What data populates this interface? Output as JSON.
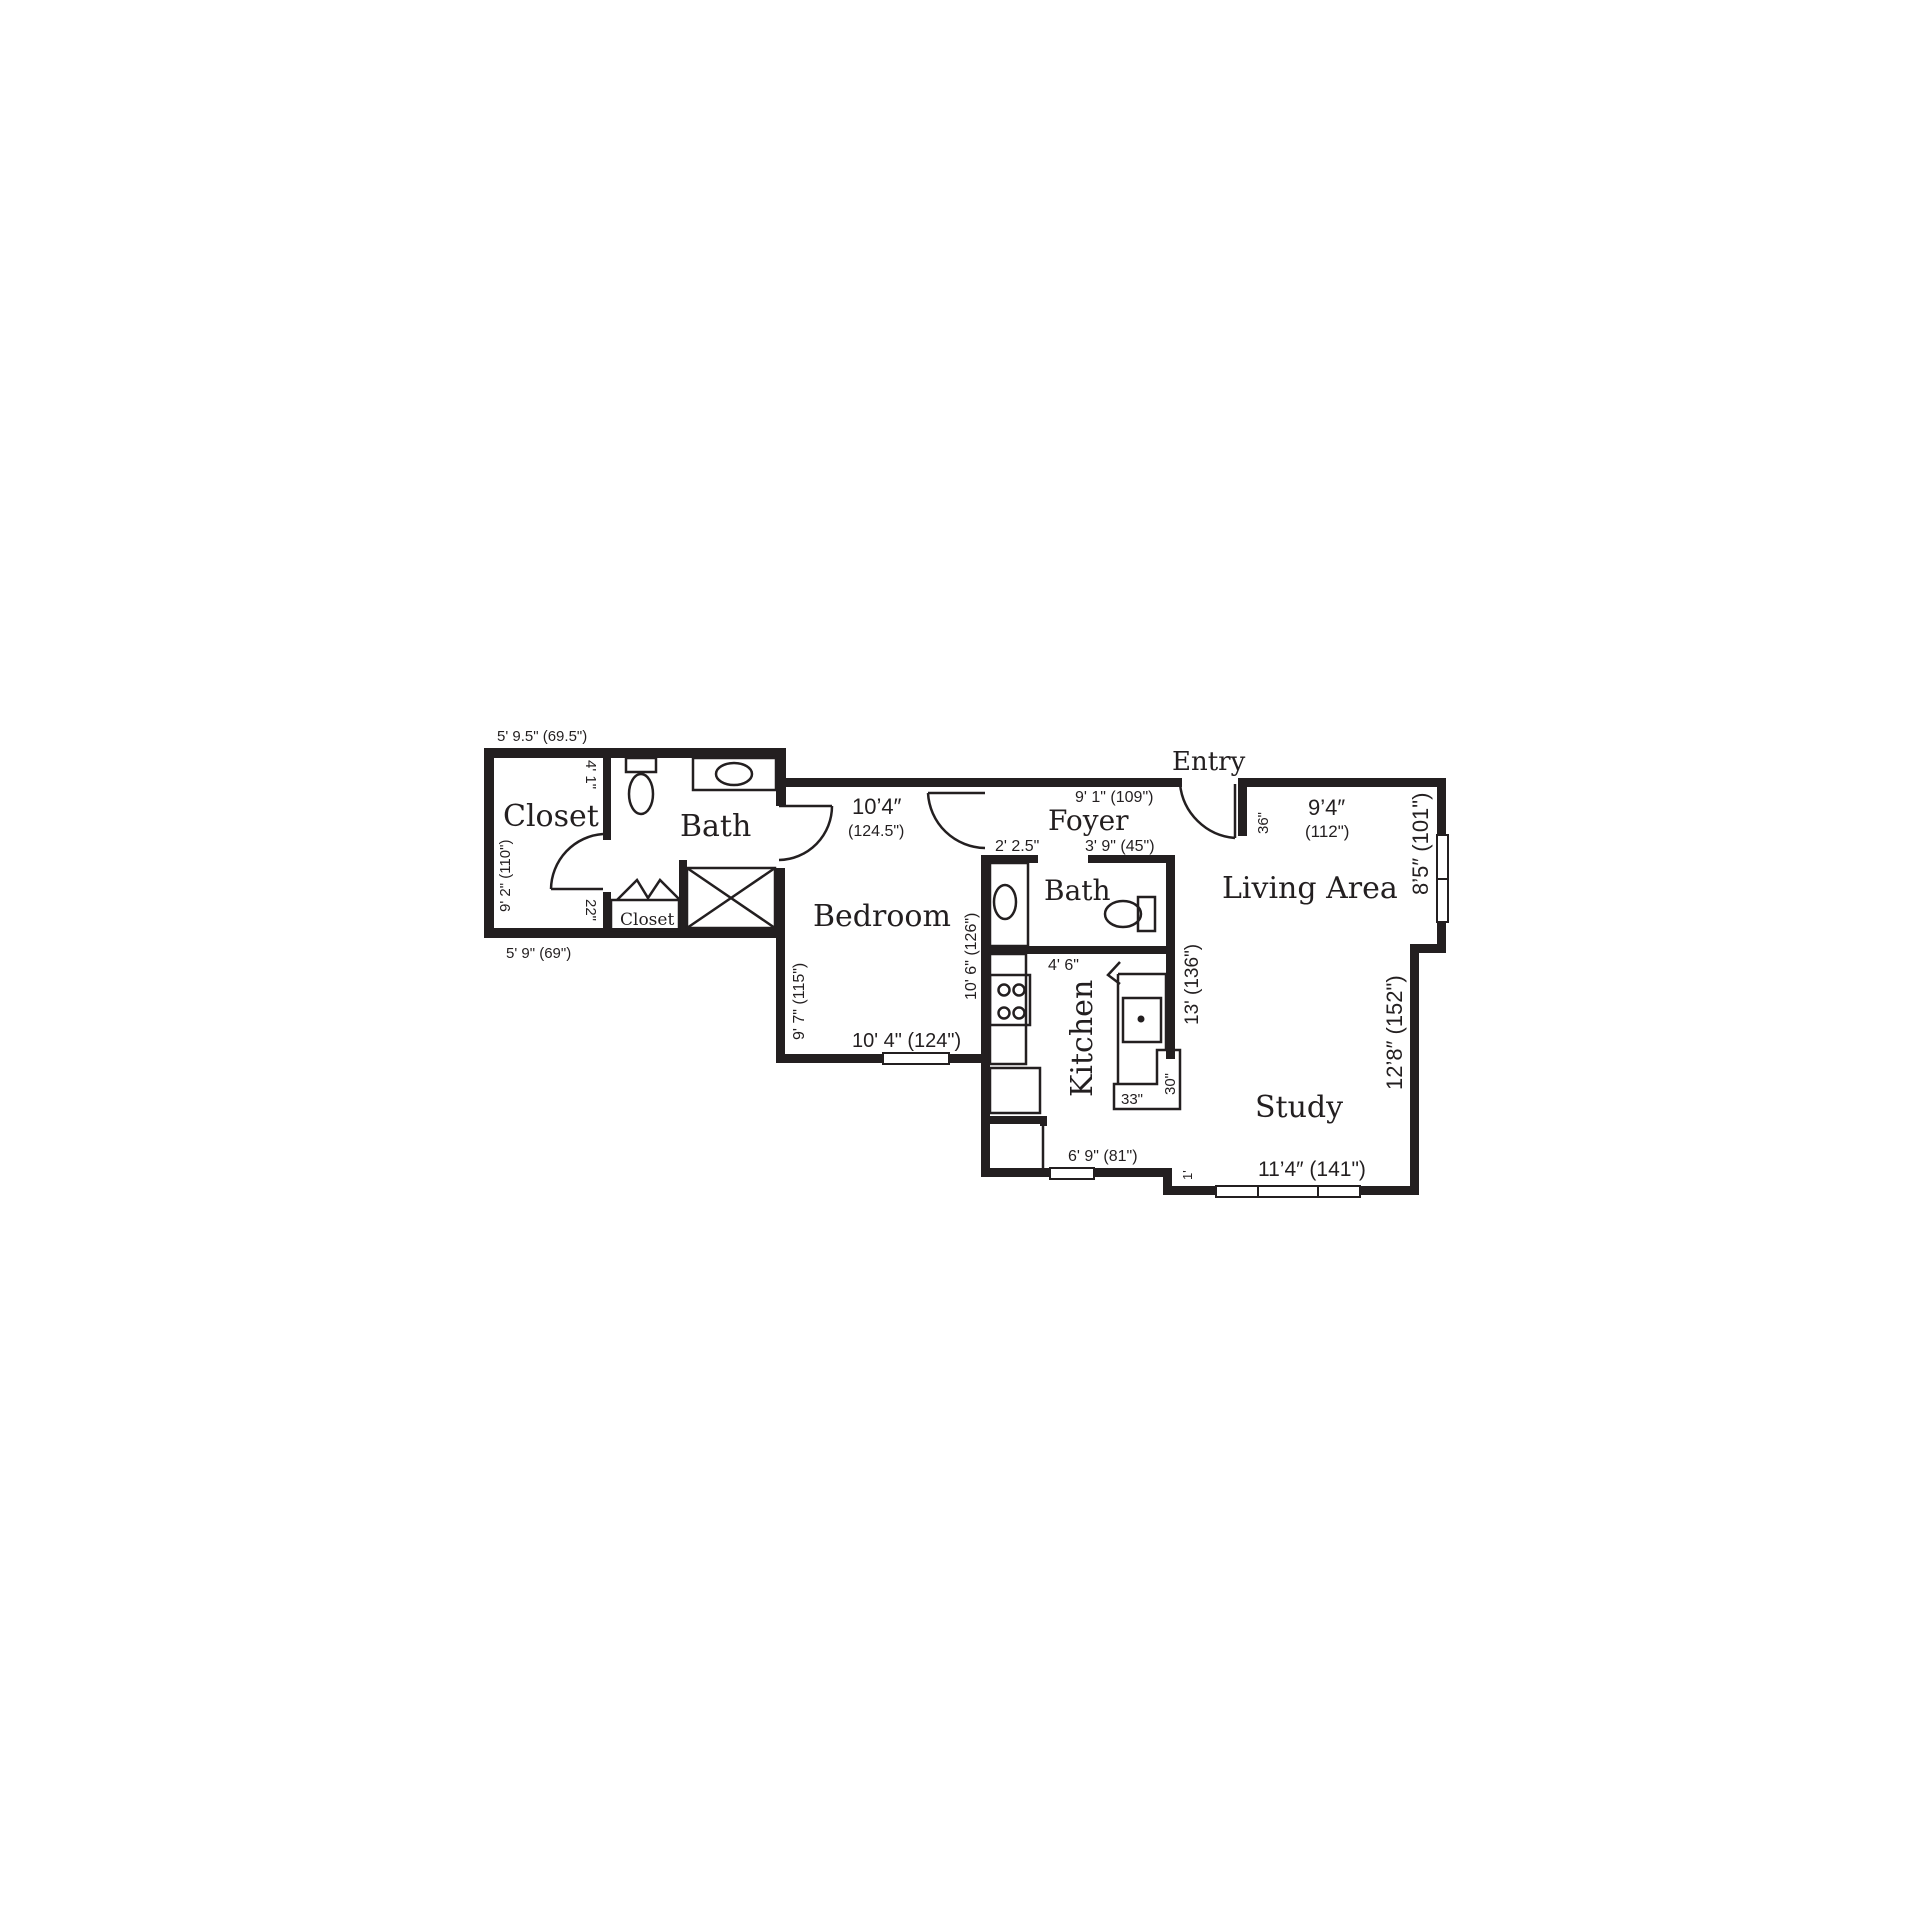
{
  "colors": {
    "wall": "#231f20",
    "background": "#ffffff"
  },
  "rooms": {
    "closet_large": "Closet",
    "bath_master": "Bath",
    "closet_small": "Closet",
    "bedroom": "Bedroom",
    "foyer": "Foyer",
    "bath_guest": "Bath",
    "kitchen": "Kitchen",
    "living_area": "Living Area",
    "study": "Study",
    "entry": "Entry"
  },
  "dimensions": {
    "closet_top": "5' 9.5\" (69.5\")",
    "closet_bottom": "5' 9\" (69\")",
    "closet_side": "9' 2\" (110\")",
    "closet_inner_wall": "4' 1\"",
    "closet_door": "22\"",
    "bedroom_top_ft": "10’4″",
    "bedroom_top_in": "(124.5\")",
    "bedroom_bottom": "10' 4\" (124\")",
    "bedroom_left": "9' 7\" (115\")",
    "bedroom_right": "10' 6\" (126\")",
    "foyer_top": "9' 1\" (109\")",
    "foyer_vanity": "2' 2.5\"",
    "bath_guest_top": "3' 9\" (45\")",
    "entry_door": "36\"",
    "living_top_ft": "9’4″",
    "living_top_in": "(112\")",
    "living_right": "8’5″ (101\")",
    "kitchen_top": "4' 6\"",
    "kitchen_right": "13' (136\")",
    "kitchen_counter_w": "33\"",
    "kitchen_counter_h": "30\"",
    "kitchen_bottom": "6' 9\" (81\")",
    "study_step": "1'",
    "study_bottom": "11’4″ (141\")",
    "study_right": "12’8″ (152\")"
  },
  "icons": {
    "toilet": "toilet-icon",
    "sink": "sink-icon",
    "shower": "shower-icon",
    "stove": "stove-icon",
    "fridge": "refrigerator-icon",
    "door_swing": "door-swing-icon",
    "window": "window-icon"
  }
}
